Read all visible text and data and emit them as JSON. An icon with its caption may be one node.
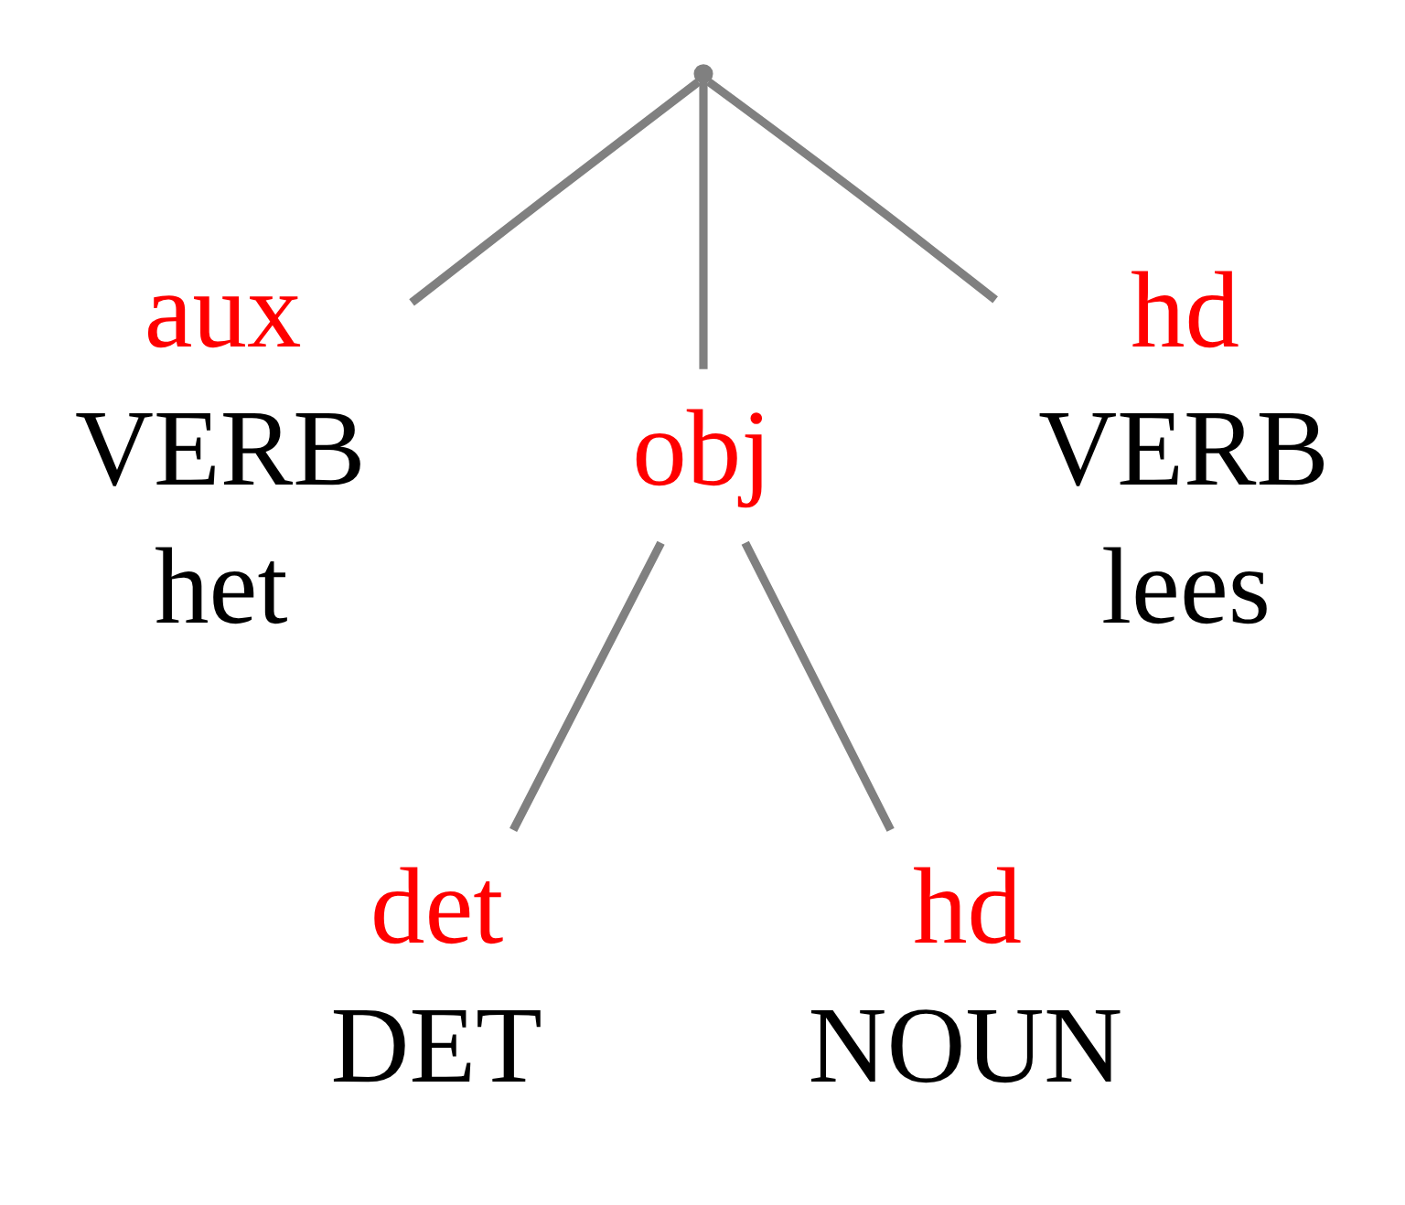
{
  "diagram": {
    "nodes": [
      {
        "text": [],
        "shape": "point"
      },
      {
        "text": [
          "aux",
          "VERB",
          "het"
        ]
      },
      {
        "text": [
          "obj"
        ]
      },
      {
        "text": [
          "hd",
          "VERB",
          "lees"
        ]
      },
      {
        "text": [
          "det",
          "DET"
        ]
      },
      {
        "text": [
          "hd",
          "NOUN"
        ]
      }
    ],
    "edges": [
      {
        "from": 0,
        "to": 1,
        "arrow": "none"
      },
      {
        "from": 0,
        "to": 2,
        "arrow": "none"
      },
      {
        "from": 0,
        "to": 3,
        "arrow": "none"
      },
      {
        "from": 2,
        "to": 4,
        "arrow": "none"
      },
      {
        "from": 2,
        "to": 5,
        "arrow": "none"
      }
    ]
  }
}
